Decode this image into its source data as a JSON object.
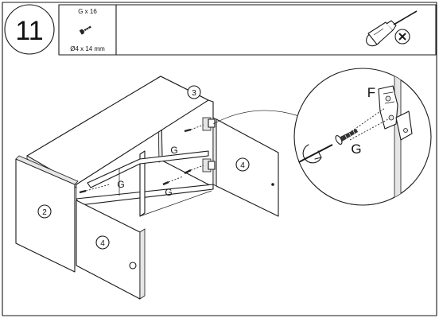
{
  "step": {
    "number": "11"
  },
  "parts_box": {
    "screw_qty": "G x 16",
    "screw_size": "Ø4 x 14 mm"
  },
  "tool": {
    "icon": "phillips-screwdriver-icon"
  },
  "callouts": {
    "panel_side_left": "2",
    "panel_back": "3",
    "door_lower": "4",
    "door_right": "4",
    "screw_label_1": "G",
    "screw_label_2": "G",
    "screw_label_3": "G",
    "detail_hinge": "F",
    "detail_screw": "G"
  }
}
